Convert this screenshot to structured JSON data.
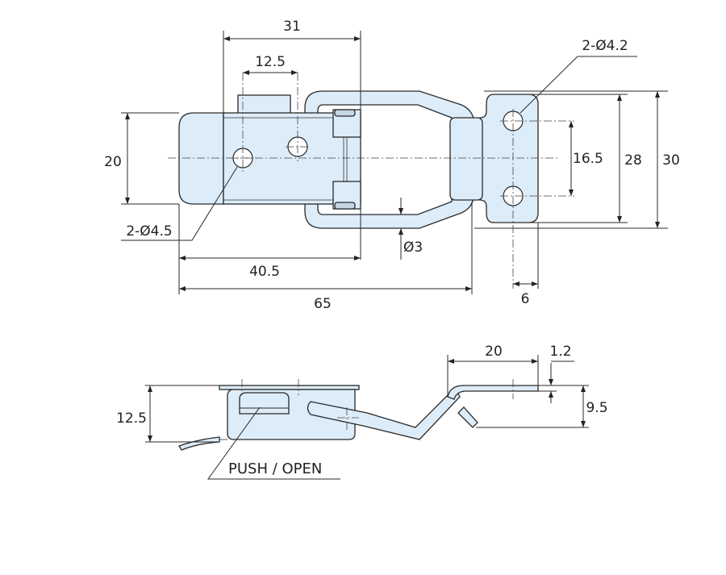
{
  "top_view": {
    "dims": {
      "width_31": "31",
      "hole_pitch_12_5": "12.5",
      "body_height_20": "20",
      "holes_body": "2-Ø4.5",
      "length_40_5": "40.5",
      "length_65": "65",
      "wire_dia": "Ø3",
      "keeper_offset_6": "6",
      "hole_pitch_16_5": "16.5",
      "keeper_28": "28",
      "keeper_30": "30",
      "holes_keeper": "2-Ø4.2"
    }
  },
  "side_view": {
    "dims": {
      "height_12_5": "12.5",
      "keeper_20": "20",
      "thickness_1_2": "1.2",
      "offset_9_5": "9.5"
    },
    "label": "PUSH / OPEN"
  },
  "colors": {
    "part_fill": "#dcecf8",
    "line": "#2a2a2a"
  }
}
